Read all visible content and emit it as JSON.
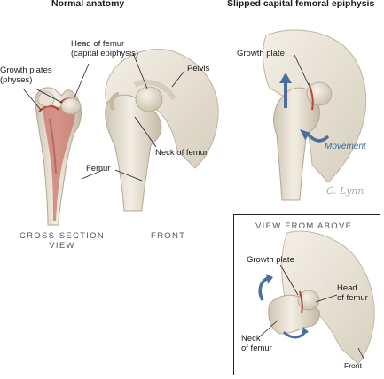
{
  "headings": {
    "normal": "Normal anatomy",
    "slipped": "Slipped capital femoral epiphysis"
  },
  "labels": {
    "head_of_femur": [
      "Head of femur",
      "(capital epiphysis)"
    ],
    "growth_plates": [
      "Growth plates",
      "(physes)"
    ],
    "pelvis": "Pelvis",
    "neck_of_femur": "Neck of femur",
    "femur": "Femur",
    "growth_plate": "Growth plate",
    "movement": "Movement"
  },
  "captions": {
    "cross_section": [
      "CROSS-SECTION",
      "VIEW"
    ],
    "front": "FRONT"
  },
  "inset": {
    "title": "VIEW FROM ABOVE",
    "growth_plate": "Growth plate",
    "head_of_femur": [
      "Head",
      "of femur"
    ],
    "neck_of_femur": [
      "Neck",
      "of femur"
    ],
    "front": "Front"
  },
  "signature": "C. Lynn",
  "colors": {
    "bone_light": "#f2ede2",
    "bone_mid": "#d9d1c1",
    "bone_shadow": "#b9ae99",
    "marrow_red": "#c9736a",
    "growth_plate_red": "#b8443c",
    "arrow_blue": "#4a6f9e",
    "leader_line": "#222222"
  }
}
